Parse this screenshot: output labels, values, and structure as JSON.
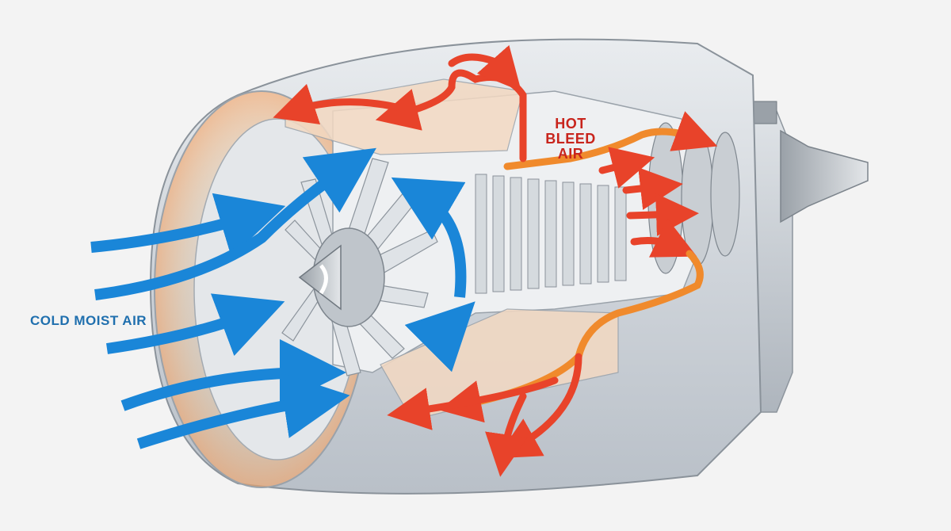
{
  "labels": {
    "cold_air": "COLD MOIST AIR",
    "hot_air_line1": "HOT BLEED",
    "hot_air_line2": "AIR"
  },
  "colors": {
    "cold_air": "#1a86d8",
    "hot_air": "#e8432a",
    "hot_air_light": "#f08a2c",
    "cold_text": "#1f6fae",
    "hot_text": "#c8241c",
    "casing": "#d9dde2",
    "background": "#f3f3f3"
  }
}
